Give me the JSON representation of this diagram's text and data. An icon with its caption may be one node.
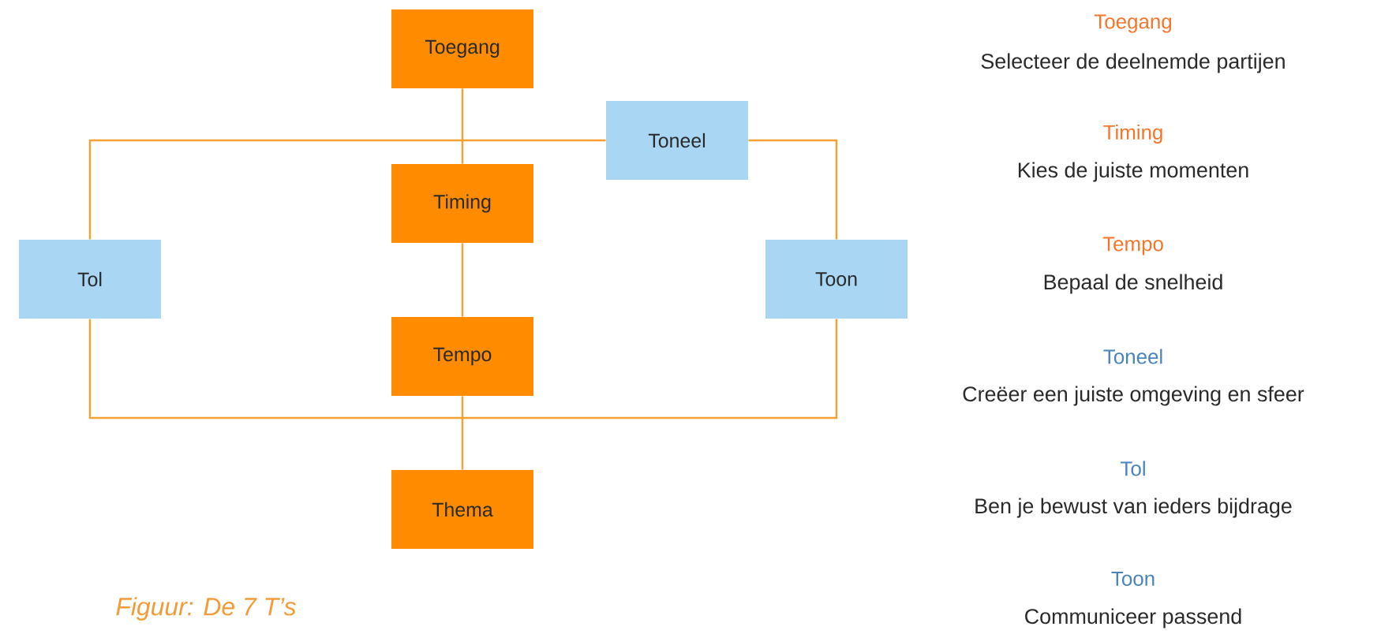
{
  "diagram": {
    "caption": "Figuur: De 7 T’s",
    "nodes": [
      {
        "text": [
          "Toegang"
        ]
      },
      {
        "text": [
          "Toneel"
        ]
      },
      {
        "text": [
          "Timing"
        ]
      },
      {
        "text": [
          "Tol"
        ]
      },
      {
        "text": [
          "Toon"
        ]
      },
      {
        "text": [
          "Tempo"
        ]
      },
      {
        "text": [
          "Thema"
        ]
      }
    ],
    "edges": [
      {
        "from": 0,
        "to": 2,
        "arrow": "none"
      },
      {
        "from": 2,
        "to": 5,
        "arrow": "none"
      },
      {
        "from": 5,
        "to": 6,
        "arrow": "none"
      },
      {
        "from": 3,
        "to": 1,
        "arrow": "none"
      },
      {
        "from": 1,
        "to": 4,
        "arrow": "none"
      },
      {
        "from": 4,
        "to": 3,
        "arrow": "none"
      }
    ],
    "labels": [
      "Toegang",
      "Selecteer de deelnemde partijen",
      "Timing",
      "Kies de juiste momenten",
      "Tempo",
      "Bepaal de snelheid",
      "Toneel",
      "Creëer een juiste omgeving en sfeer",
      "Tol",
      "Ben je bewust van ieders bijdrage",
      "Toon",
      "Communiceer passend"
    ]
  }
}
